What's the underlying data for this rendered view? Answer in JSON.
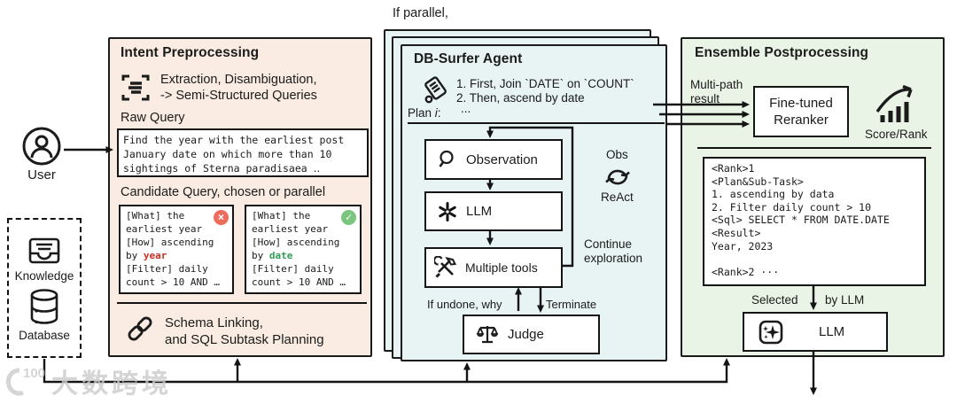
{
  "colors": {
    "intent_bg": "#faece2",
    "agent_bg": "#e8f3f4",
    "ensemble_bg": "#eaf4e6",
    "line": "#1b1b1b",
    "bad_word": "#c62f21",
    "good_word": "#2f9e57",
    "badge_bad": "#ee6c5d",
    "badge_good": "#7cc57e"
  },
  "left": {
    "user_label": "User",
    "knowledge_label": "Knowledge",
    "database_label": "Database"
  },
  "intent": {
    "title": "Intent Preprocessing",
    "subtitle_lines": [
      "Extraction, Disambiguation,",
      "-> Semi-Structured Queries"
    ],
    "raw_query_label": "Raw Query",
    "raw_query_lines": [
      "Find the year with the earliest post",
      "January date on which more than 10",
      "sightings of Sterna paradisaea ‥"
    ],
    "candidate_label": "Candidate Query, chosen or parallel",
    "cand_bad": {
      "l1": "[What] the",
      "l2": "earliest year",
      "l3": "[How] ascending",
      "l4_pre": "by ",
      "l4_word": "year",
      "l5": "[Filter] daily",
      "l6": "count > 10 AND …",
      "badge": "×"
    },
    "cand_good": {
      "l1": "[What] the",
      "l2": "earliest year",
      "l3": "[How] ascending",
      "l4_pre": "by ",
      "l4_word": "date",
      "l5": "[Filter] daily",
      "l6": "count > 10 AND …",
      "badge": "✓"
    },
    "schema_lines": [
      "Schema Linking,",
      "and SQL Subtask Planning"
    ]
  },
  "agent": {
    "if_parallel": "If parallel,",
    "title": "DB-Surfer Agent",
    "plan_label_pre": "Plan ",
    "plan_label_var": "i",
    "plan_label_post": ":",
    "plan_lines": [
      "1. First, Join `DATE` on `COUNT`",
      "2. Then, ascend by date"
    ],
    "plan_ellipsis": "...",
    "observation_label": "Observation",
    "llm_label": "LLM",
    "tools_label": "Multiple tools",
    "obs_label": "Obs",
    "react_label": "ReAct",
    "continue_lines": [
      "Continue",
      "exploration"
    ],
    "if_undone_label": "If undone, why",
    "terminate_label": "Terminate",
    "judge_label": "Judge"
  },
  "ensemble": {
    "title": "Ensemble Postprocessing",
    "multipath_lines": [
      "Multi-path",
      "result"
    ],
    "reranker_lines": [
      "Fine-tuned",
      "Reranker"
    ],
    "score_label": "Score/Rank",
    "rank_lines": [
      "<Rank>1",
      "<Plan&Sub-Task>",
      "1. ascending by data",
      "2. Filter daily count > 10",
      "<Sql> SELECT * FROM DATE.DATE",
      "<Result>",
      "Year, 2023",
      "",
      "<Rank>2 ···"
    ],
    "selected_label": "Selected",
    "by_llm_label": "by LLM",
    "llm_label": "LLM"
  },
  "watermark": {
    "logo": "100",
    "text": "大数跨境"
  }
}
